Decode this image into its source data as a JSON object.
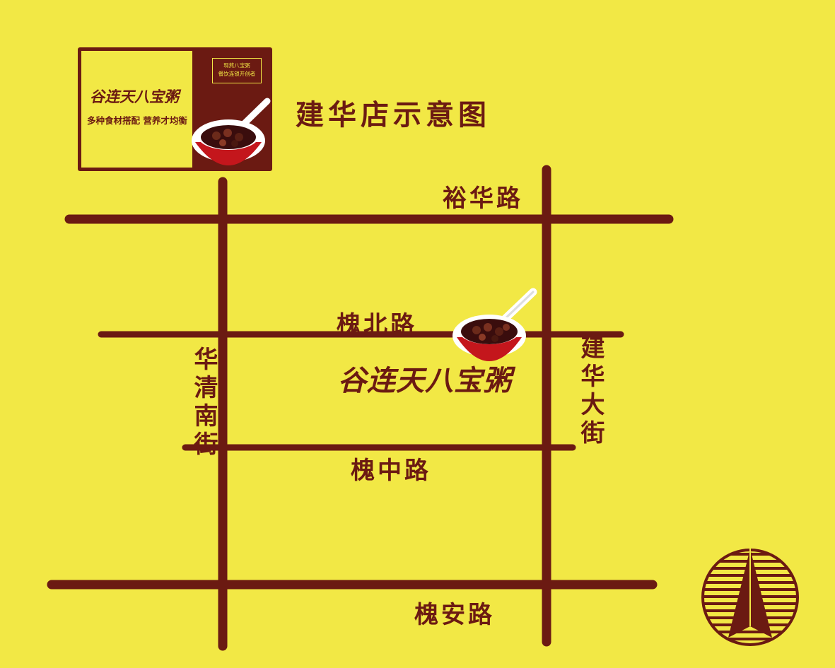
{
  "title": "建华店示意图",
  "colors": {
    "background": "#F2E845",
    "road": "#6B1A12",
    "bowl_red": "#C4161C"
  },
  "card": {
    "brand": "谷连天八宝粥",
    "slogan": "多种食材搭配 营养才均衡",
    "tag_line1": "现熬八宝粥",
    "tag_line2": "餐饮连锁开创者"
  },
  "roads": {
    "yuhua": "裕华路",
    "huaibei": "槐北路",
    "huaizhong": "槐中路",
    "huaian": "槐安路",
    "huaqing": "华清南街",
    "jianhua": "建华大街"
  },
  "store_brand": "谷连天八宝粥",
  "icons": [
    "congee-bowl-icon",
    "compass-north-icon"
  ]
}
